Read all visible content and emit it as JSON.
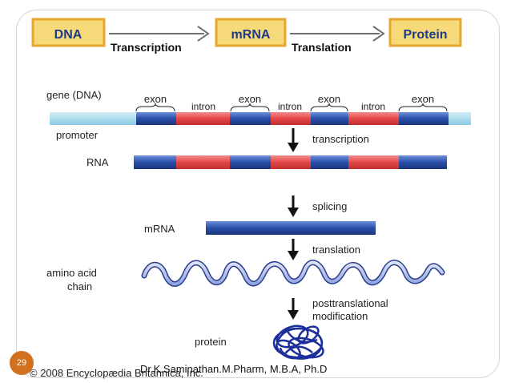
{
  "flow": {
    "dna": "DNA",
    "transcription": "Transcription",
    "mrna": "mRNA",
    "translation": "Translation",
    "protein": "Protein"
  },
  "labels": {
    "gene": "gene (DNA)",
    "promoter": "promoter",
    "rna": "RNA",
    "mrna": "mRNA",
    "amino_acid_line1": "amino acid",
    "amino_acid_line2": "chain",
    "protein": "protein",
    "exon": "exon",
    "intron": "intron"
  },
  "steps": {
    "transcription": "transcription",
    "splicing": "splicing",
    "translation": "translation",
    "post_line1": "posttranslational",
    "post_line2": "modification"
  },
  "copyright": "© 2008 Encyclopædia Britannica, Inc.",
  "footer": {
    "slide_number": "29",
    "credit": "Dr.K.Saminathan.M.Pharm, M.B.A, Ph.D"
  },
  "colors": {
    "exon": "#2a4faa",
    "intron": "#e44848",
    "promoter": "#a8d8ec",
    "box_fill": "#f6d979",
    "box_border": "#e8a530",
    "box_text": "#1f3a86",
    "protein_chain": "#1c2f9a",
    "slide_number_bg": "#d2701e"
  }
}
